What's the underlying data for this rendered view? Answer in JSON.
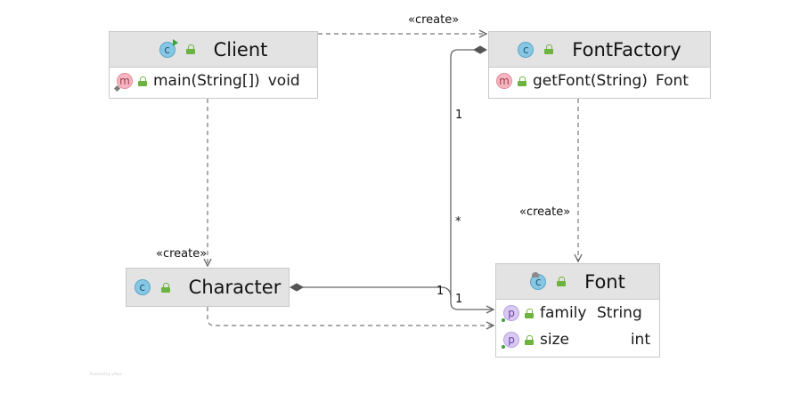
{
  "classes": {
    "client": {
      "name": "Client",
      "members": [
        {
          "name": "main(String[])",
          "type": "void"
        }
      ]
    },
    "font_factory": {
      "name": "FontFactory",
      "members": [
        {
          "name": "getFont(String)",
          "type": "Font"
        }
      ]
    },
    "character": {
      "name": "Character"
    },
    "font": {
      "name": "Font",
      "fields": [
        {
          "name": "family",
          "type": "String"
        },
        {
          "name": "size",
          "type": "int"
        }
      ]
    }
  },
  "icons": {
    "class_letter": "c",
    "method_letter": "m",
    "property_letter": "p"
  },
  "relations": {
    "create_label": "«create»",
    "client_to_fontfactory": "«create»",
    "fontfactory_to_font": "«create»",
    "client_to_character": "«create»",
    "mult_factory_one": "1",
    "mult_factory_many": "*",
    "mult_char_one_a": "1",
    "mult_char_one_b": "1"
  },
  "footer": {
    "powered_by": "Powered by yFiles"
  },
  "colors": {
    "header_bg": "#e3e3e3",
    "border": "#c9c9c9",
    "class_icon": "#87c7e3",
    "method_icon": "#f6b6c1",
    "property_icon": "#d9c8f0",
    "access_public": "#6db33f",
    "edge": "#666666"
  }
}
